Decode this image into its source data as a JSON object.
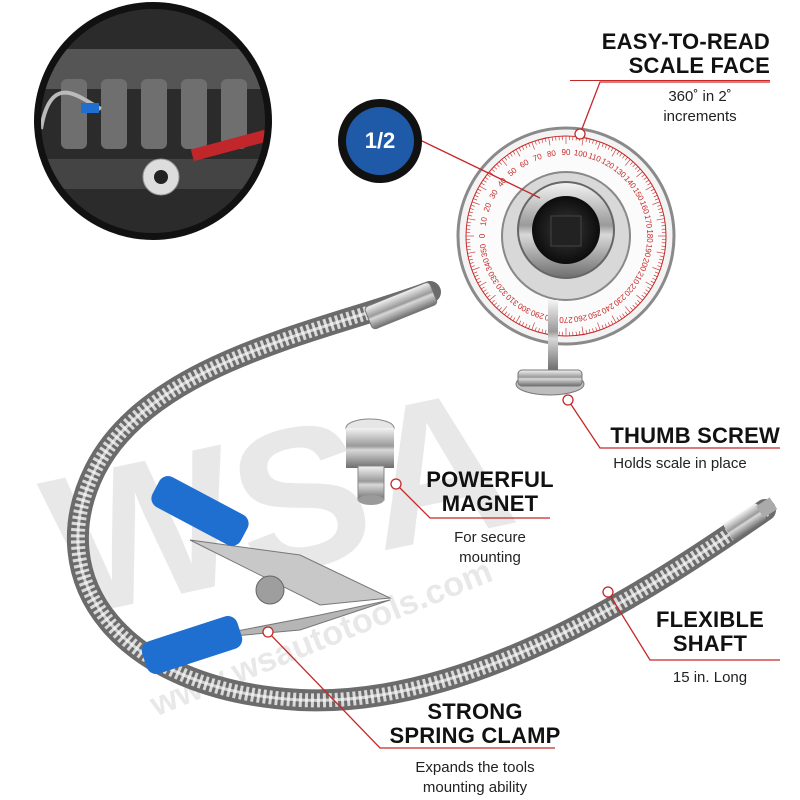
{
  "badge": {
    "label": "1/2"
  },
  "watermark": {
    "brand": "WSA",
    "url": "www.wsautotools.com"
  },
  "callouts": {
    "scale_face": {
      "title_line1": "EASY-TO-READ",
      "title_line2": "SCALE FACE",
      "desc_line1": "360˚ in 2˚",
      "desc_line2": "increments"
    },
    "thumb_screw": {
      "title_line1": "THUMB SCREW",
      "desc_line1": "Holds scale in place"
    },
    "magnet": {
      "title_line1": "POWERFUL",
      "title_line2": "MAGNET",
      "desc_line1": "For secure",
      "desc_line2": "mounting"
    },
    "shaft": {
      "title_line1": "FLEXIBLE",
      "title_line2": "SHAFT",
      "desc_line1": "15 in. Long"
    },
    "clamp": {
      "title_line1": "STRONG",
      "title_line2": "SPRING CLAMP",
      "desc_line1": "Expands the tools",
      "desc_line2": "mounting ability"
    }
  },
  "dial": {
    "inner_ticks": [
      "0",
      "10",
      "20",
      "30",
      "40",
      "50",
      "60",
      "70",
      "80",
      "90",
      "100",
      "110",
      "120",
      "130",
      "140",
      "150",
      "160",
      "170",
      "180",
      "190",
      "200",
      "210",
      "220",
      "230",
      "240",
      "250",
      "260",
      "270",
      "280",
      "290",
      "300",
      "310",
      "320",
      "330",
      "340",
      "350"
    ]
  },
  "colors": {
    "accent": "#c62828",
    "badge_blue": "#1e5aa8",
    "clamp_blue": "#1f6fd1",
    "dial_red": "#c62828"
  }
}
